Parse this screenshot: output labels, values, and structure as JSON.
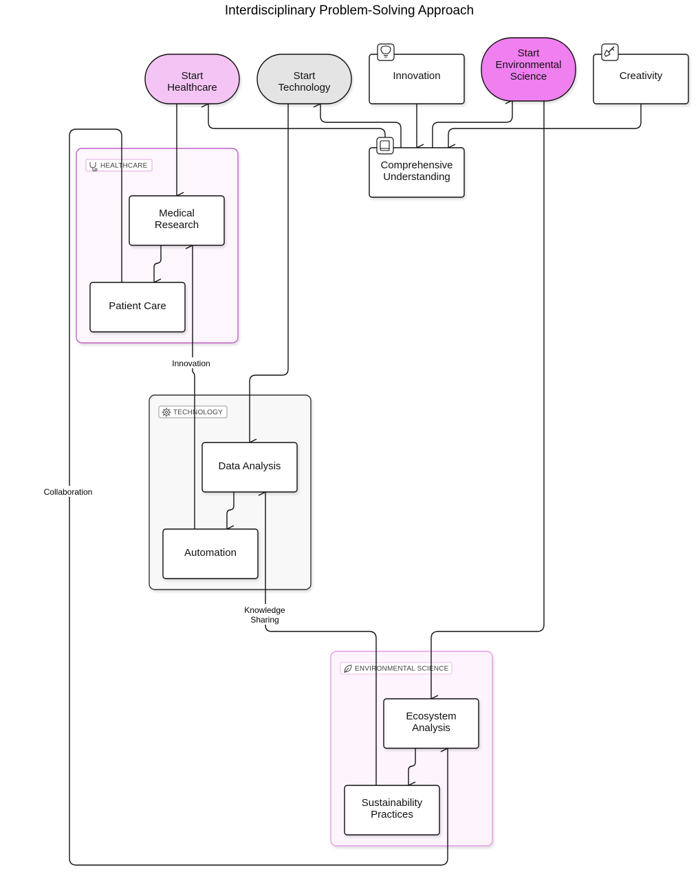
{
  "title": "Interdisciplinary Problem-Solving Approach",
  "colors": {
    "start_healthcare": "#f4c4f4",
    "start_technology": "#e4e4e4",
    "start_environmental": "#f07ff0",
    "healthcare_border": "#c060c8",
    "healthcare_fill": "#fdf6fd",
    "technology_border": "#333333",
    "technology_fill": "#f8f8f8",
    "environmental_border": "#e89ae8",
    "environmental_fill": "#fef4fe"
  },
  "nodes": {
    "start_healthcare": "Start\nHealthcare",
    "start_technology": "Start\nTechnology",
    "innovation": "Innovation",
    "start_environmental": "Start\nEnvironmental\nScience",
    "creativity": "Creativity",
    "comprehensive": "Comprehensive\nUnderstanding",
    "medical_research": "Medical\nResearch",
    "patient_care": "Patient Care",
    "data_analysis": "Data Analysis",
    "automation": "Automation",
    "ecosystem_analysis": "Ecosystem\nAnalysis",
    "sustainability": "Sustainability\nPractices"
  },
  "icons": {
    "innovation": "lightbulb-icon",
    "creativity": "paintbrush-icon",
    "comprehensive": "book-icon",
    "healthcare": "stethoscope-icon",
    "technology": "gear-icon",
    "environmental": "leaf-icon"
  },
  "groups": {
    "healthcare": "HEALTHCARE",
    "technology": "TECHNOLOGY",
    "environmental": "ENVIRONMENTAL SCIENCE"
  },
  "edge_labels": {
    "innovation": "Innovation",
    "collaboration": "Collaboration",
    "knowledge_sharing": "Knowledge\nSharing"
  }
}
